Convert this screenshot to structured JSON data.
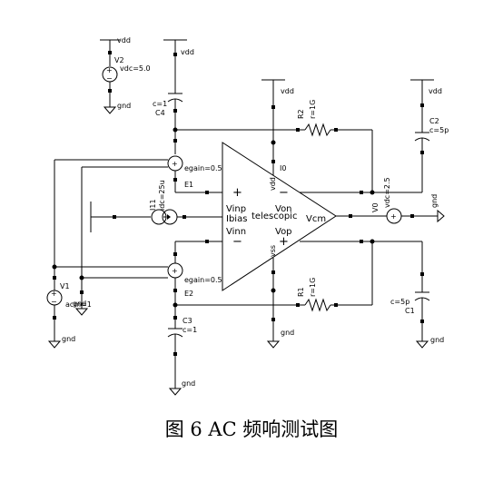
{
  "caption": "图 6   AC 频响测试图",
  "amp": {
    "pins": [
      "Vinp",
      "Ibias",
      "Vinn",
      "Von",
      "Vop",
      "Vcm"
    ],
    "supply_top": "vdd",
    "supply_bottom": "vss",
    "name": "telescopic",
    "instance": "I0",
    "plus": "+",
    "minus": "−"
  },
  "components": {
    "V2": {
      "name": "V2",
      "value": "vdc=5.0",
      "top": "vdd",
      "bottom": "gnd"
    },
    "C4": {
      "name": "C4",
      "value": "c=1",
      "top": "vdd"
    },
    "E1": {
      "name": "E1",
      "value": "egain=0.5"
    },
    "E2": {
      "name": "E2",
      "value": "egain=0.5"
    },
    "I11": {
      "name": "I11",
      "value": "idc=25u"
    },
    "V1": {
      "name": "V1",
      "value": "acm=1",
      "bottom": "gnd"
    },
    "C3": {
      "name": "C3",
      "value": "c=1",
      "bottom": "gnd"
    },
    "R2": {
      "name": "R2",
      "value": "r=1G"
    },
    "R1": {
      "name": "R1",
      "value": "r=1G"
    },
    "C2": {
      "name": "C2",
      "value": "c=5p",
      "top": "vdd"
    },
    "C1": {
      "name": "C1",
      "value": "c=5p",
      "bottom": "gnd"
    },
    "V0": {
      "name": "V0",
      "value": "vdc=2.5",
      "right": "gnd"
    },
    "vdd_mid": "vdd",
    "gnd_mid": "gnd",
    "gnd_v1_right": "gnd"
  }
}
